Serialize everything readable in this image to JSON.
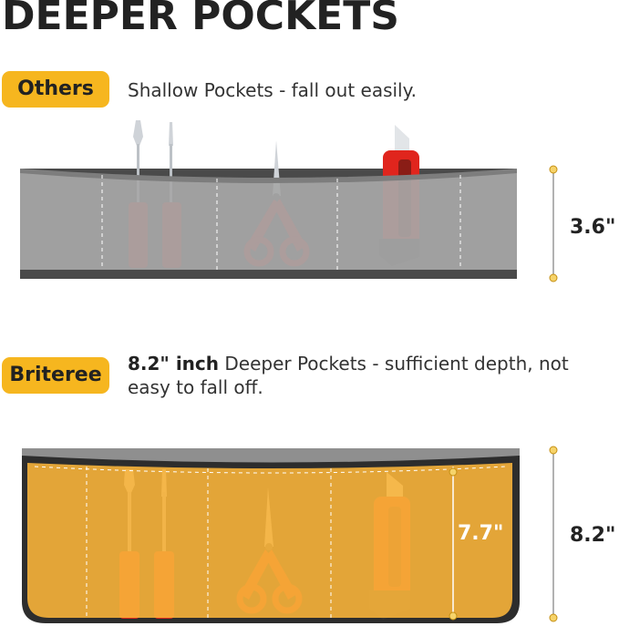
{
  "title": "DEEPER POCKETS",
  "others": {
    "badge": "Others",
    "description": "Shallow Pockets - fall out easily.",
    "depth_label": "3.6\""
  },
  "briteree": {
    "badge": "Briteree",
    "description_bold": "8.2\" inch",
    "description_rest": " Deeper Pockets - sufficient depth, not easy to fall off.",
    "depth_label": "8.2\"",
    "inner_depth_label": "7.7\""
  },
  "colors": {
    "accent": "#f6b61f",
    "shallow_pocket": "#9e9e9e",
    "deep_pocket": "#f7b33a",
    "tool_red": "#e0251d",
    "border_dark": "#4a4a4a"
  }
}
